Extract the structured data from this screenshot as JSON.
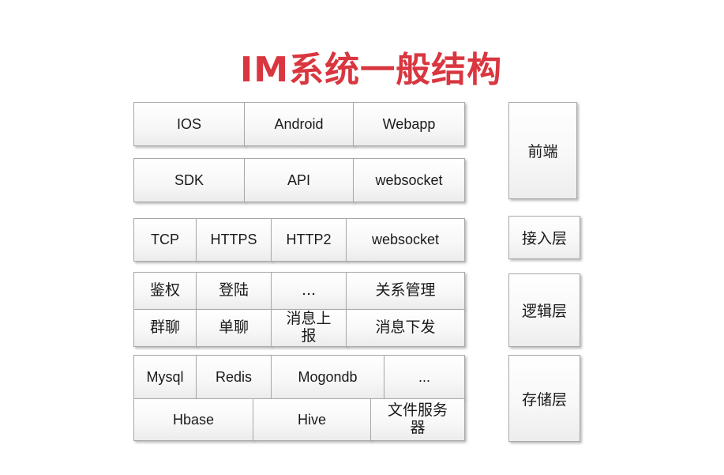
{
  "title": "IM系统一般结构",
  "rows": {
    "front1": [
      "IOS",
      "Android",
      "Webapp"
    ],
    "front2": [
      "SDK",
      "API",
      "websocket"
    ],
    "access": [
      "TCP",
      "HTTPS",
      "HTTP2",
      "websocket"
    ],
    "logic1": [
      "鉴权",
      "登陆",
      "...",
      "关系管理"
    ],
    "logic2": [
      "群聊",
      "单聊",
      "消息上报",
      "消息下发"
    ],
    "storage1": [
      "Mysql",
      "Redis",
      "Mogondb",
      "..."
    ],
    "storage2": [
      "Hbase",
      "Hive",
      "文件服务器"
    ]
  },
  "layers": {
    "frontend": "前端",
    "access": "接入层",
    "logic": "逻辑层",
    "storage": "存储层"
  }
}
